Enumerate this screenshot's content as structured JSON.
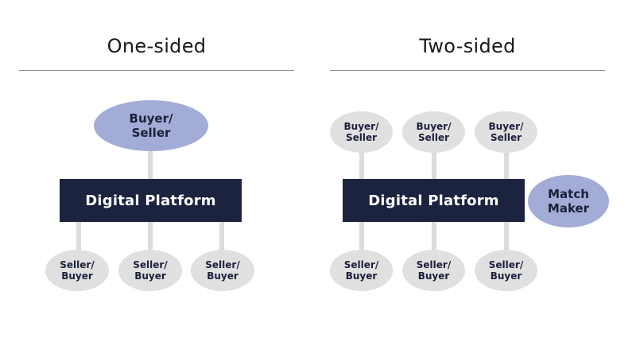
{
  "left": {
    "title": "One-sided",
    "top_node": "Buyer/\nSeller",
    "platform": "Digital Platform",
    "bottom_nodes": [
      "Seller/\nBuyer",
      "Seller/\nBuyer",
      "Seller/\nBuyer"
    ]
  },
  "right": {
    "title": "Two-sided",
    "top_nodes": [
      "Buyer/\nSeller",
      "Buyer/\nSeller",
      "Buyer/\nSeller"
    ],
    "platform": "Digital Platform",
    "side_node": "Match\nMaker",
    "bottom_nodes": [
      "Seller/\nBuyer",
      "Seller/\nBuyer",
      "Seller/\nBuyer"
    ]
  },
  "colors": {
    "platform": "#1b233f",
    "highlight_node": "#a3acd6",
    "node": "#e0e0e0",
    "connector": "#dcdcdc"
  }
}
